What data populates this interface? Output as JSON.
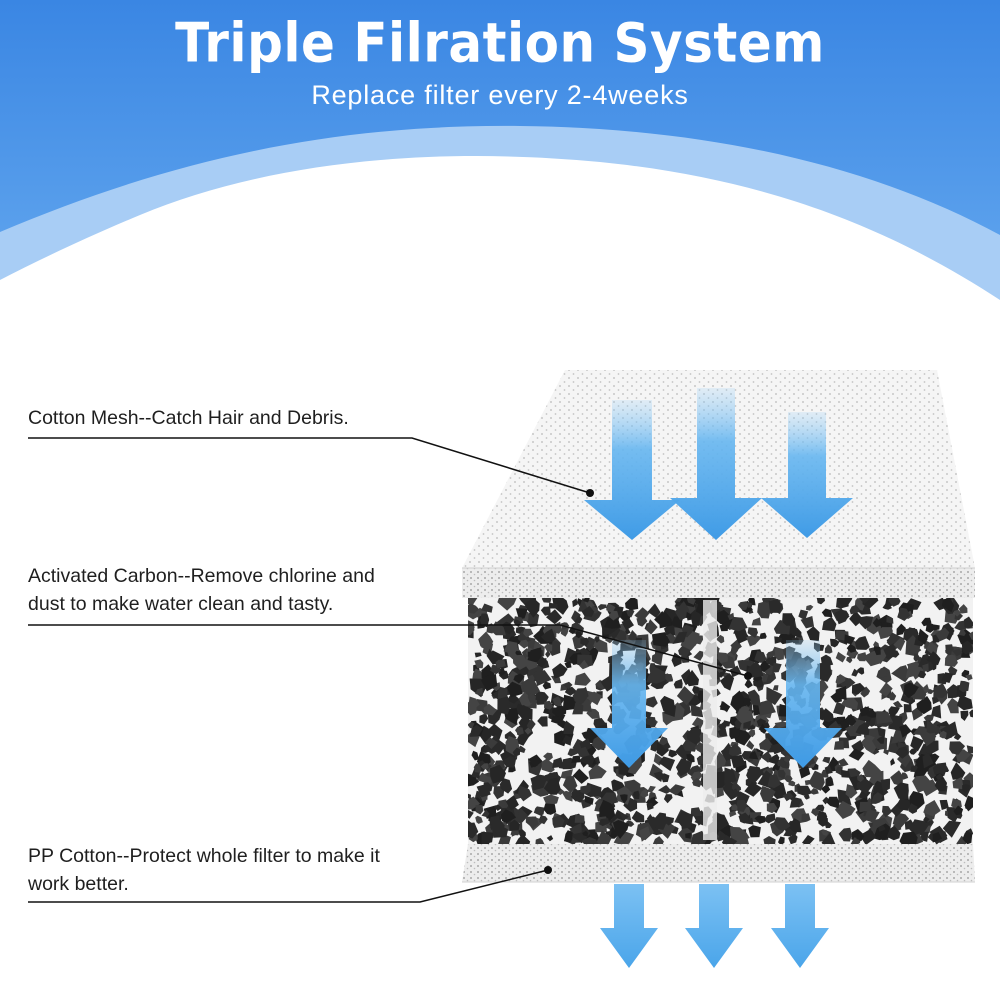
{
  "header": {
    "title": "Triple Filration System",
    "subtitle": "Replace filter every 2-4weeks"
  },
  "layers": [
    {
      "line1": "Cotton Mesh--Catch Hair and Debris.",
      "line2": ""
    },
    {
      "line1": "Activated Carbon--Remove chlorine and",
      "line2": "dust to make water clean and tasty."
    },
    {
      "line1": "PP Cotton--Protect whole filter to make it",
      "line2": "work better."
    }
  ],
  "colors": {
    "header_blue": "#3f8de6",
    "wave_light": "#9cc6f3",
    "arrow_blue": "#58b0ee",
    "carbon": "#2b2b2b",
    "mesh": "#f4f4f4"
  }
}
